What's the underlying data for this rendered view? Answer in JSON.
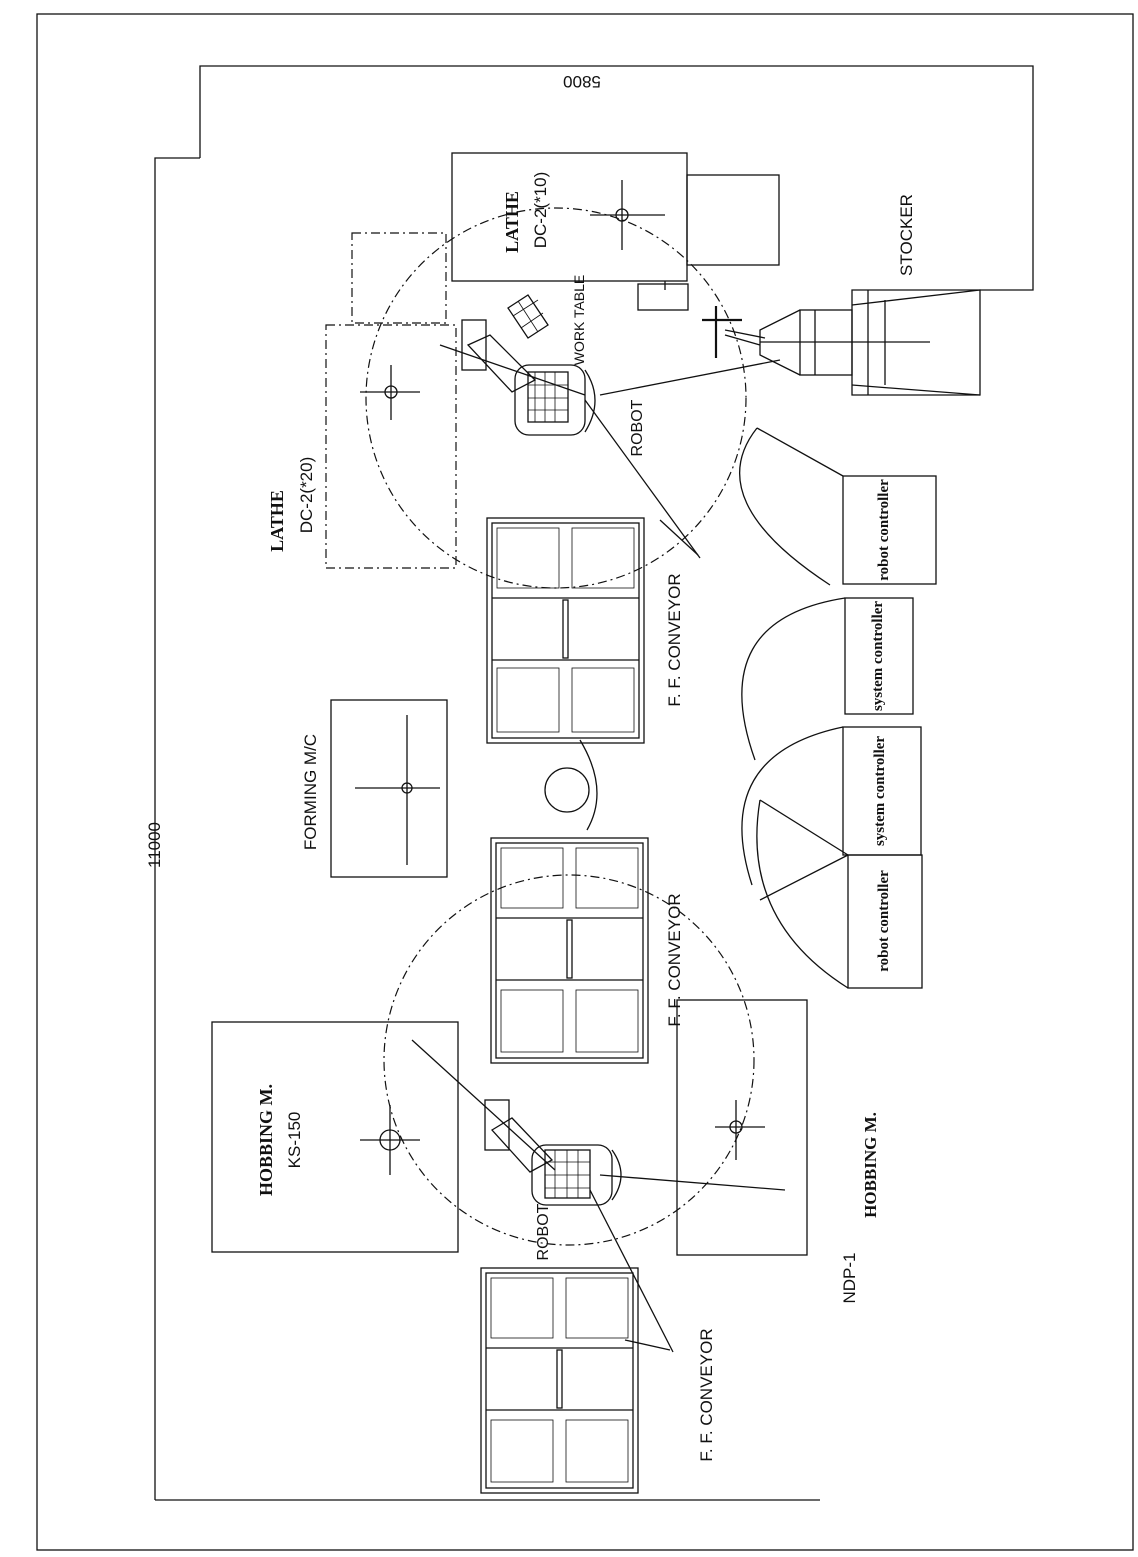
{
  "dimensions": {
    "overall_width": "11000",
    "top_width": "5800"
  },
  "labels": {
    "lathe_top": "LATHE",
    "lathe_top_model": "DC-2(*10)",
    "lathe_left": "LATHE",
    "lathe_left_model": "DC-2(*20)",
    "work_table": "WORK TABLE",
    "robot_1": "ROBOT",
    "robot_2": "ROBOT",
    "stocker": "STOCKER",
    "forming": "FORMING M/C",
    "conveyor_1": "F. F. CONVEYOR",
    "conveyor_2": "F. F. CONVEYOR",
    "conveyor_3": "F. F. CONVEYOR",
    "hobbing_left": "HOBBING M.",
    "hobbing_left_model": "KS-150",
    "hobbing_right_model": "NDP-1",
    "hobbing_right": "HOBBING M.",
    "robot_controller_1": "robot controller",
    "system_controller_1": "system controller",
    "system_controller_2": "system controller",
    "robot_controller_2": "robot controller"
  },
  "colors": {
    "ink": "#111111",
    "paper": "#ffffff"
  }
}
